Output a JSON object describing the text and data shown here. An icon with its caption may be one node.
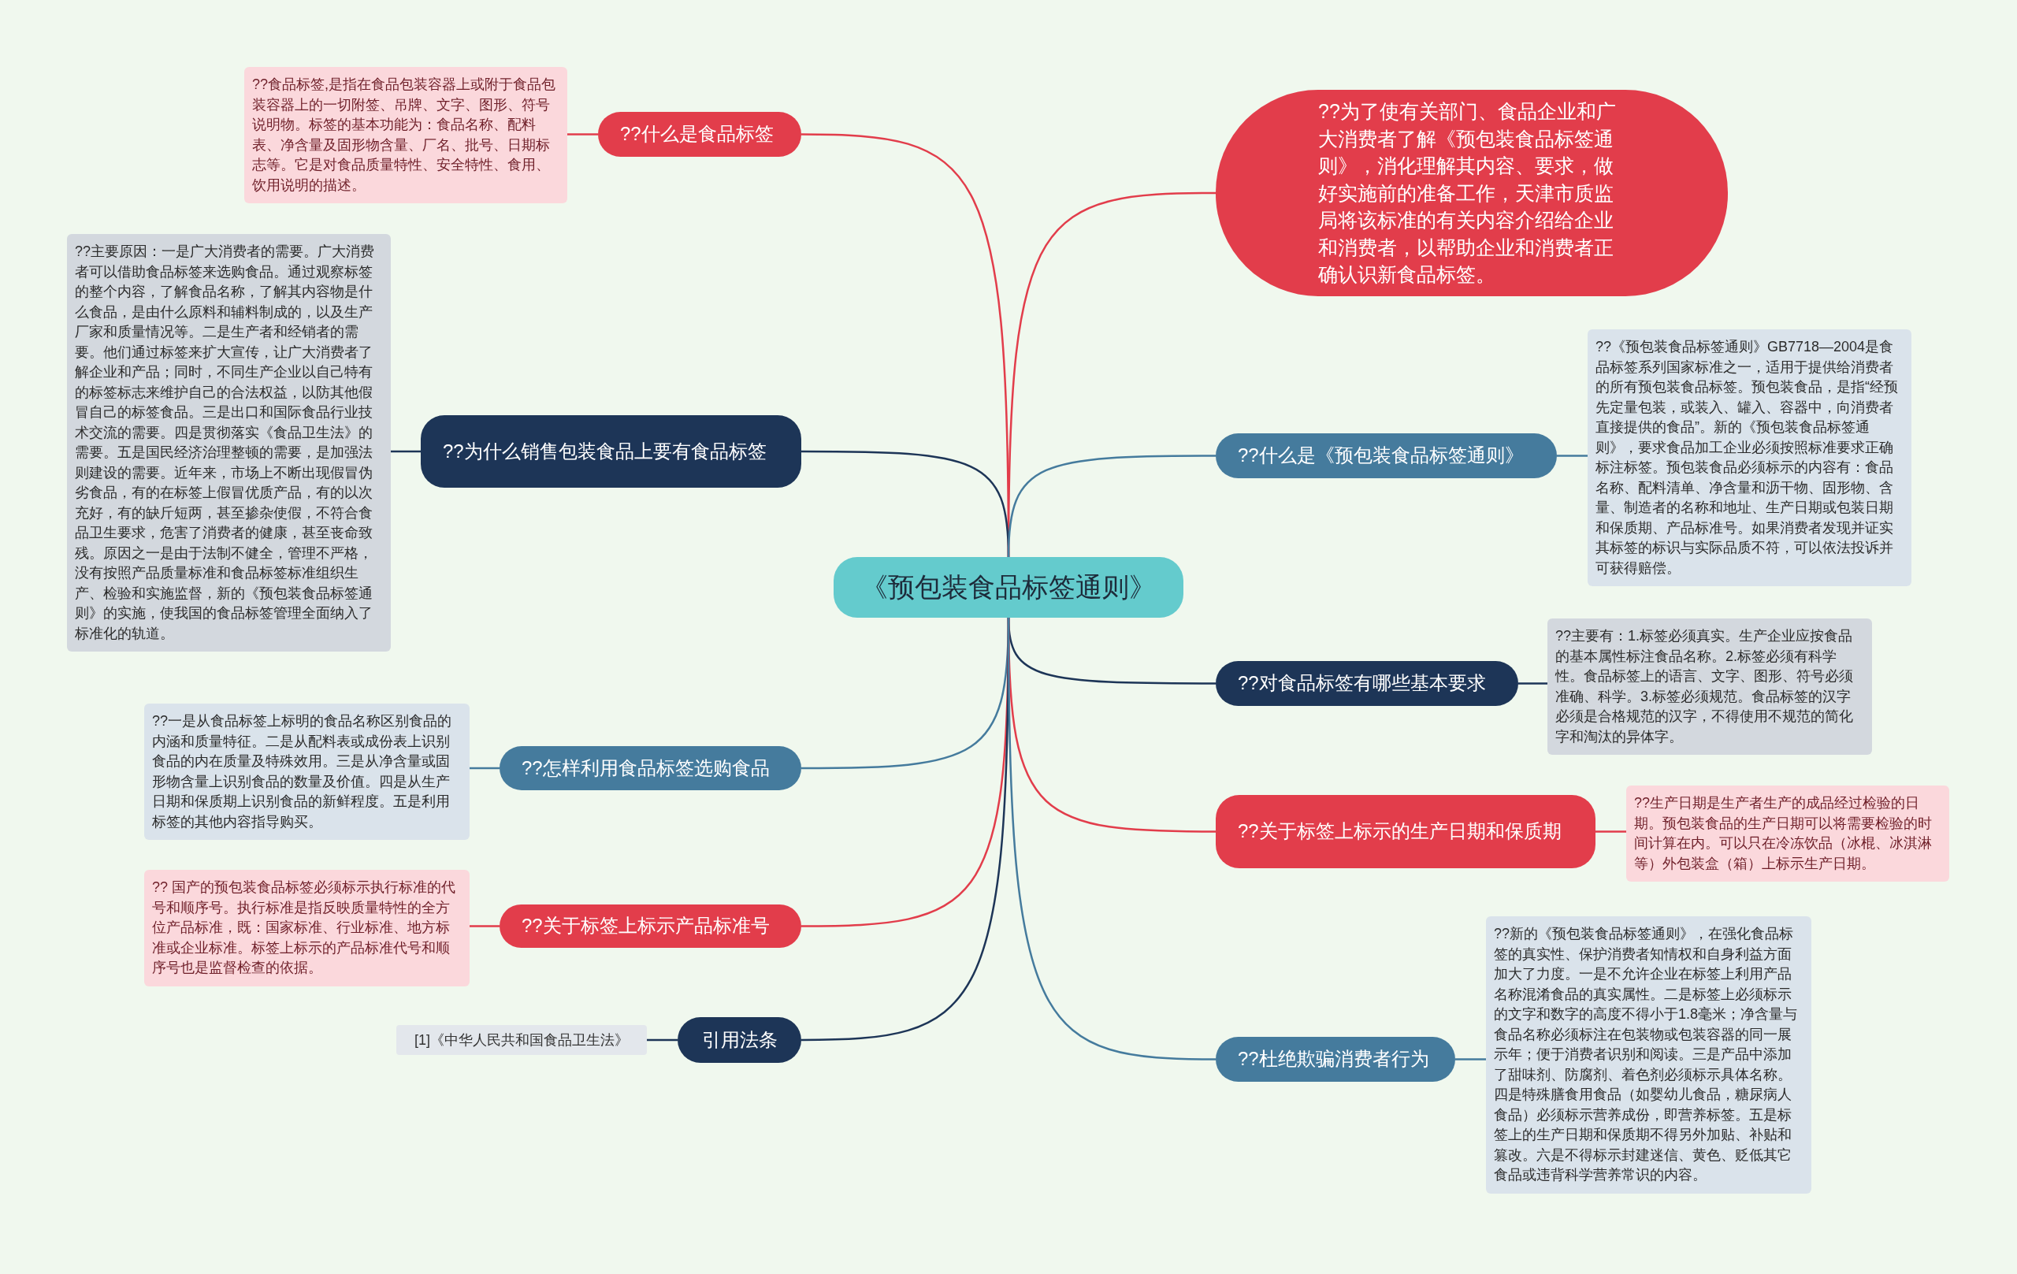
{
  "diagram": {
    "nodes": [
      {
        "text": [
          "《预包装食品标签通则》"
        ]
      },
      {
        "text": [
          "??为了使有关部门、食品企业和广大消费者了解《预包装食品标签通则》，消化理解其内容、要求，做好实施前的准备工作，天津市质监局将该标准的有关内容介绍给企业和消费者，以帮助企业和消费者正确认识新食品标签。"
        ]
      },
      {
        "text": [
          "??什么是食品标签"
        ]
      },
      {
        "text": [
          "??食品标签,是指在食品包装容器上或附于食品包装容器上的一切附签、吊牌、文字、图形、符号说明物。标签的基本功能为：食品名称、配料表、净含量及固形物含量、厂名、批号、日期标志等。它是对食品质量特性、安全特性、食用、饮用说明的描述。"
        ]
      },
      {
        "text": [
          "??为什么销售包装食品上要有食品标签"
        ]
      },
      {
        "text": [
          "??主要原因：一是广大消费者的需要。广大消费者可以借助食品标签来选购食品。通过观察标签的整个内容，了解食品名称，了解其内容物是什么食品，是由什么原料和辅料制成的，以及生产厂家和质量情况等。二是生产者和经销者的需要。他们通过标签来扩大宣传，让广大消费者了解企业和产品；同时，不同生产企业以自己特有的标签标志来维护自己的合法权益，以防其他假冒自己的标签食品。三是出口和国际食品行业技术交流的需要。四是贯彻落实《食品卫生法》的需要。五是国民经济治理整顿的需要，是加强法则建设的需要。近年来，市场上不断出现假冒伪劣食品，有的在标签上假冒优质产品，有的以次充好，有的缺斤短两，甚至掺杂使假，不符合食品卫生要求，危害了消费者的健康，甚至丧命致残。原因之一是由于法制不健全，管理不严格，没有按照产品质量标准和食品标签标准组织生产、检验和实施监督，新的《预包装食品标签通则》的实施，使我国的食品标签管理全面纳入了标准化的轨道。"
        ]
      },
      {
        "text": [
          "??什么是《预包装食品标签通则》"
        ]
      },
      {
        "text": [
          "??《预包装食品标签通则》GB7718—2004是食品标签系列国家标准之一，适用于提供给消费者的所有预包装食品标签。预包装食品，是指“经预先定量包装，或装入、罐入、容器中，向消费者直接提供的食品”。新的《预包装食品标签通则》，要求食品加工企业必须按照标准要求正确标注标签。预包装食品必须标示的内容有：食品名称、配料清单、净含量和沥干物、固形物、含量、制造者的名称和地址、生产日期或包装日期和保质期、产品标准号。如果消费者发现并证实其标签的标识与实际品质不符，可以依法投诉并可获得赔偿。"
        ]
      },
      {
        "text": [
          "??对食品标签有哪些基本要求"
        ]
      },
      {
        "text": [
          "??主要有：1.标签必须真实。生产企业应按食品的基本属性标注食品名称。2.标签必须有科学性。食品标签上的语言、文字、图形、符号必须准确、科学。3.标签必须规范。食品标签的汉字必须是合格规范的汉字，不得使用不规范的简化字和淘汰的异体字。"
        ]
      },
      {
        "text": [
          "??关于标签上标示的生产日期和保质期"
        ]
      },
      {
        "text": [
          "??生产日期是生产者生产的成品经过检验的日期。预包装食品的生产日期可以将需要检验的时间计算在内。可以只在冷冻饮品（冰棍、冰淇淋等）外包装盒（箱）上标示生产日期。"
        ]
      },
      {
        "text": [
          "??怎样利用食品标签选购食品"
        ]
      },
      {
        "text": [
          "??一是从食品标签上标明的食品名称区别食品的内涵和质量特征。二是从配料表或成份表上识别食品的内在质量及特殊效用。三是从净含量或固形物含量上识别食品的数量及价值。四是从生产日期和保质期上识别食品的新鲜程度。五是利用标签的其他内容指导购买。"
        ]
      },
      {
        "text": [
          "??关于标签上标示产品标准号"
        ]
      },
      {
        "text": [
          "?? 国产的预包装食品标签必须标示执行标准的代号和顺序号。执行标准是指反映质量特性的全方位产品标准，既：国家标准、行业标准、地方标准或企业标准。标签上标示的产品标准代号和顺序号也是监督检查的依据。"
        ]
      },
      {
        "text": [
          "引用法条"
        ]
      },
      {
        "text": [
          "[1]《中华人民共和国食品卫生法》"
        ]
      },
      {
        "text": [
          "??杜绝欺骗消费者行为"
        ]
      },
      {
        "text": [
          "??新的《预包装食品标签通则》，在强化食品标签的真实性、保护消费者知情权和自身利益方面加大了力度。一是不允许企业在标签上利用产品名称混淆食品的真实属性。二是标签上必须标示的文字和数字的高度不得小于1.8毫米；净含量与食品名称必须标注在包装物或包装容器的同一展示年；便于消费者识别和阅读。三是产品中添加了甜味剂、防腐剂、着色剂必须标示具体名称。四是特殊膳食用食品（如婴幼儿食品，糖尿病人食品）必须标示营养成份，即营养标签。五是标签上的生产日期和保质期不得另外加贴、补贴和篡改。六是不得标示封建迷信、黄色、贬低其它食品或违背科学营养常识的内容。"
        ]
      }
    ],
    "edges": [
      {
        "from": 0,
        "to": 1,
        "arrow": "none",
        "color": "#e23d4b"
      },
      {
        "from": 0,
        "to": 2,
        "arrow": "none",
        "color": "#e23d4b"
      },
      {
        "from": 2,
        "to": 3,
        "arrow": "none",
        "color": "#e23d4b"
      },
      {
        "from": 0,
        "to": 4,
        "arrow": "none",
        "color": "#1d3557"
      },
      {
        "from": 4,
        "to": 5,
        "arrow": "none",
        "color": "#1d3557"
      },
      {
        "from": 0,
        "to": 6,
        "arrow": "none",
        "color": "#457b9d"
      },
      {
        "from": 6,
        "to": 7,
        "arrow": "none",
        "color": "#457b9d"
      },
      {
        "from": 0,
        "to": 8,
        "arrow": "none",
        "color": "#1d3557"
      },
      {
        "from": 8,
        "to": 9,
        "arrow": "none",
        "color": "#1d3557"
      },
      {
        "from": 0,
        "to": 10,
        "arrow": "none",
        "color": "#e23d4b"
      },
      {
        "from": 10,
        "to": 11,
        "arrow": "none",
        "color": "#e23d4b"
      },
      {
        "from": 0,
        "to": 12,
        "arrow": "none",
        "color": "#457b9d"
      },
      {
        "from": 12,
        "to": 13,
        "arrow": "none",
        "color": "#457b9d"
      },
      {
        "from": 0,
        "to": 14,
        "arrow": "none",
        "color": "#e23d4b"
      },
      {
        "from": 14,
        "to": 15,
        "arrow": "none",
        "color": "#e23d4b"
      },
      {
        "from": 0,
        "to": 16,
        "arrow": "none",
        "color": "#1d3557"
      },
      {
        "from": 16,
        "to": 17,
        "arrow": "none",
        "color": "#1d3557"
      },
      {
        "from": 0,
        "to": 18,
        "arrow": "none",
        "color": "#457b9d"
      },
      {
        "from": 18,
        "to": 19,
        "arrow": "none",
        "color": "#457b9d"
      }
    ]
  }
}
